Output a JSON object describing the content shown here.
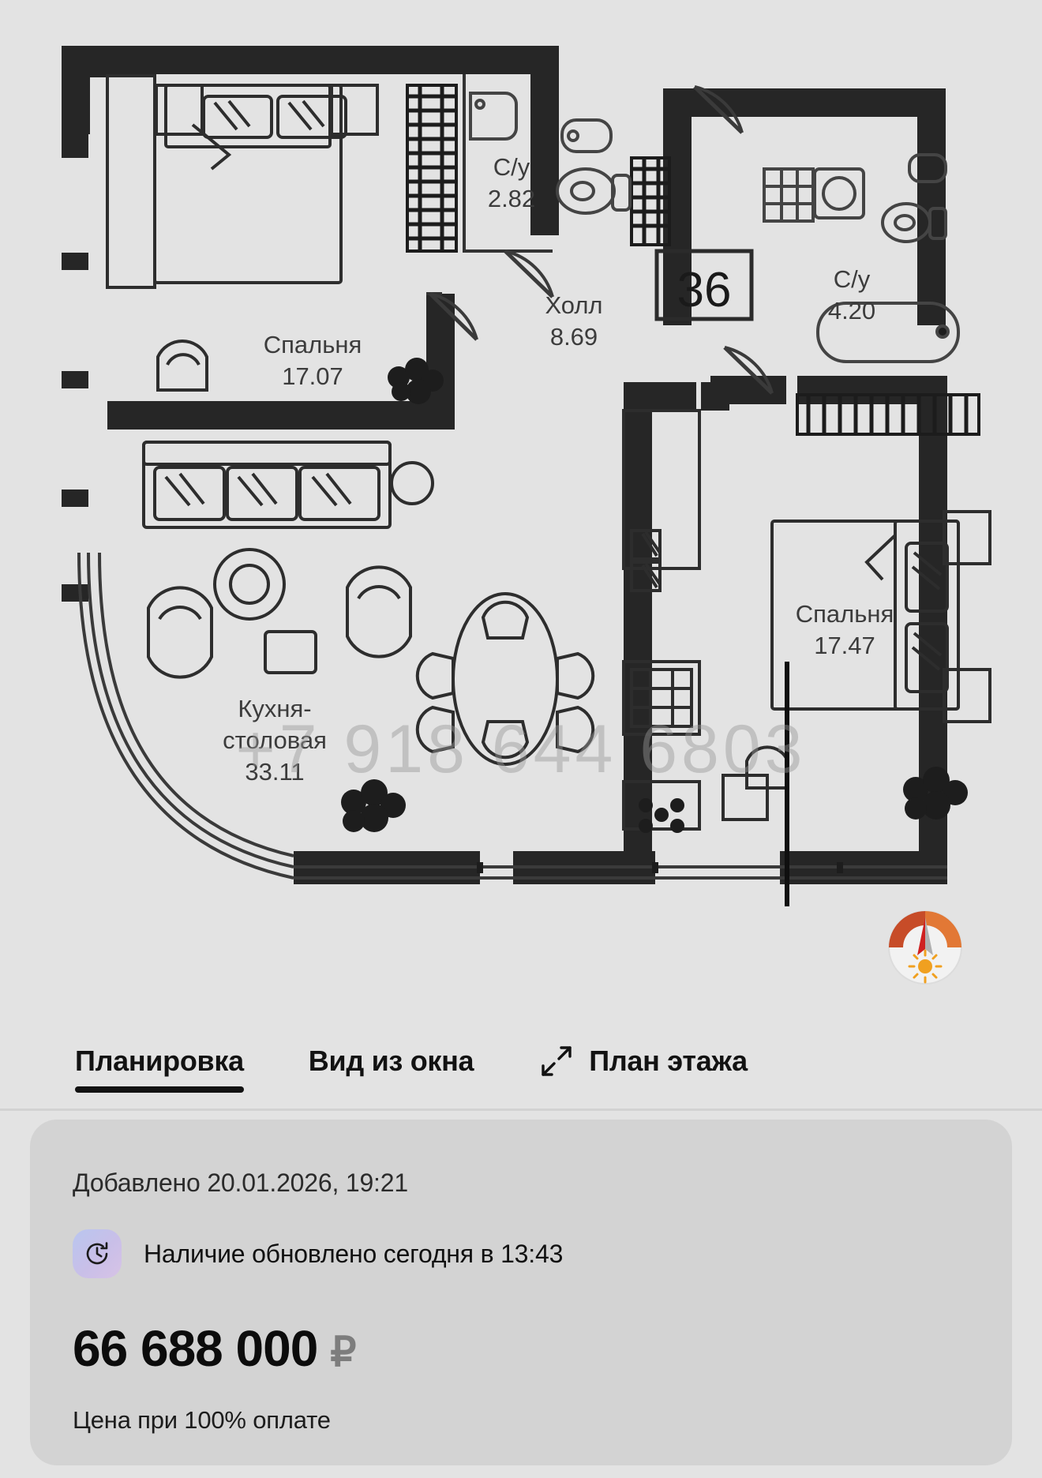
{
  "watermark": "+7 918 644 6803",
  "plan": {
    "apartment_number": "36",
    "rooms": [
      {
        "name": "Спальня",
        "area": "17.07"
      },
      {
        "name": "С/у",
        "area": "2.82"
      },
      {
        "name": "Холл",
        "area": "8.69"
      },
      {
        "name": "С/у",
        "area": "4.20"
      },
      {
        "name": "Кухня-\nстоловая",
        "area": "33.11"
      },
      {
        "name": "Спальня",
        "area": "17.47"
      }
    ],
    "room_bedroom1_name": "Спальня",
    "room_bedroom1_area": "17.07",
    "room_wc1_name": "С/у",
    "room_wc1_area": "2.82",
    "room_hall_name": "Холл",
    "room_hall_area": "8.69",
    "room_wc2_name": "С/у",
    "room_wc2_area": "4.20",
    "room_kitchen_name_line1": "Кухня-",
    "room_kitchen_name_line2": "столовая",
    "room_kitchen_area": "33.11",
    "room_bedroom2_name": "Спальня",
    "room_bedroom2_area": "17.47",
    "compass_icon": "compass-north-icon"
  },
  "tabs": [
    {
      "label": "Планировка",
      "active": true,
      "icon": null
    },
    {
      "label": "Вид из окна",
      "active": false,
      "icon": null
    },
    {
      "label": "План этажа",
      "active": false,
      "icon": "expand-diagonal-icon"
    }
  ],
  "tab_planirovka": "Планировка",
  "tab_vid_iz_okna": "Вид из окна",
  "tab_plan_etazha": "План этажа",
  "card": {
    "added_label": "Добавлено 20.01.2026, 19:21",
    "availability_label": "Наличие обновлено сегодня в 13:43",
    "availability_icon": "clock-history-icon",
    "price": "66 688 000",
    "currency": "₽",
    "price_note": "Цена при 100% оплате"
  },
  "colors": {
    "page_bg": "#e3e3e3",
    "card_bg": "#d3d3d3",
    "text_primary": "#111111",
    "accent": "#121212",
    "currency_gray": "#7d7d7d",
    "compass_red": "#cc2b2b",
    "compass_orange": "#e8601c"
  }
}
